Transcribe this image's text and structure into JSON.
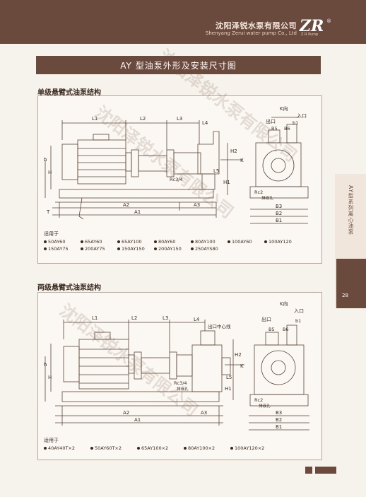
{
  "header": {
    "company_cn": "沈阳泽锐水泵有限公司",
    "company_en": "Shenyang Zerui water pump Co., Ltd",
    "logo": "ZR",
    "logo_sub": "Z R Pump",
    "reg": "®",
    "brand_color": "#6b4a3e"
  },
  "title": "AY 型油泵外形及安装尺寸图",
  "section1": {
    "title": "单级悬臂式油泵结构",
    "drawing_labels": {
      "L1": "L1",
      "L2": "L2",
      "L3": "L3",
      "L4": "L4",
      "L5": "L5",
      "h": "h",
      "H": "H",
      "H1": "H1",
      "H2": "H2",
      "T": "T",
      "A1": "A1",
      "A2": "A2",
      "A3": "A3",
      "K": "K",
      "rc34": "Rc3/4",
      "kview": "K向",
      "outlet": "出口",
      "inlet": "入口",
      "b1": "b1",
      "B1": "B1",
      "B2": "B2",
      "B3": "B3",
      "B5": "B5",
      "B6": "B6",
      "rc2": "Rc2",
      "drain": "排液孔"
    },
    "models_label": "适用于",
    "models": [
      "50AY60",
      "65AY60",
      "65AY100",
      "80AY60",
      "80AY100",
      "100AY60",
      "100AY120",
      "150AY75",
      "200AY75",
      "150AY150",
      "200AY150",
      "250AYS80"
    ]
  },
  "section2": {
    "title": "两级悬臂式油泵结构",
    "drawing_labels": {
      "L1": "L1",
      "L2": "L2",
      "L3": "L3",
      "L4": "L4",
      "L5": "L5",
      "h": "h",
      "H": "H",
      "H1": "H1",
      "H2": "H2",
      "A1": "A1",
      "A2": "A2",
      "A3": "A3",
      "K": "K",
      "rc34": "Rc3/4",
      "drain34": "排液孔",
      "centerline": "出口中心线",
      "kview": "K向",
      "outlet": "出口",
      "inlet": "入口",
      "b1": "b1",
      "B1": "B1",
      "B2": "B2",
      "B3": "B3",
      "B5": "B5",
      "B6": "B6",
      "rc2": "Rc2",
      "drain": "排液孔"
    },
    "models_label": "适用于",
    "models": [
      "40AY40T×2",
      "50AY60T×2",
      "65AY100×2",
      "80AY100×2",
      "100AY120×2"
    ]
  },
  "sidetab": {
    "text": "AY型系列离心油泵",
    "page": "28"
  },
  "watermark": "沈阳泽锐水泵有限公司"
}
